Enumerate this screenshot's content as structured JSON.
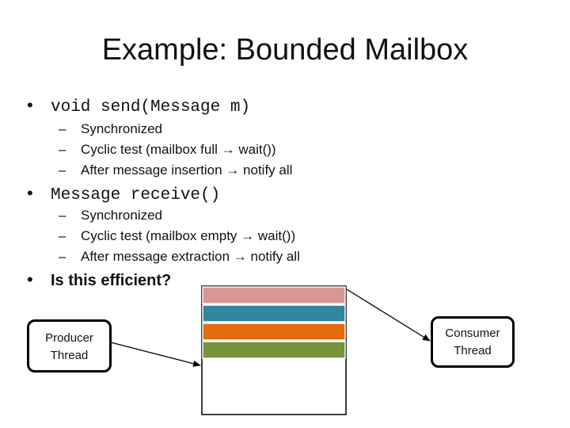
{
  "title": "Example: Bounded Mailbox",
  "bullets": [
    {
      "text": "void send(Message m)",
      "subitems": [
        {
          "dash": "–",
          "text": "Synchronized"
        },
        {
          "dash": "–",
          "text_before": "Cyclic test (mailbox full ",
          "arrow": "→",
          "text_after": " wait())"
        },
        {
          "dash": "–",
          "text_before": "After message insertion ",
          "arrow": "→",
          "text_after": " notify all"
        }
      ]
    },
    {
      "text": "Message receive()",
      "subitems": [
        {
          "dash": "–",
          "text": "Synchronized"
        },
        {
          "dash": "–",
          "text_before": "Cyclic test (mailbox empty ",
          "arrow": "→",
          "text_after": " wait())"
        },
        {
          "dash": "–",
          "text_before": "After message extraction ",
          "arrow": "→",
          "text_after": " notify all"
        }
      ]
    },
    {
      "text": "Is this efficient?"
    }
  ],
  "bullet_symbol": "•",
  "diagram": {
    "producer": {
      "line1": "Producer",
      "line2": "Thread"
    },
    "consumer": {
      "line1": "Consumer",
      "line2": "Thread"
    },
    "mailbox_slot_colors": [
      "#d99694",
      "#31859c",
      "#e46c0a",
      "#77933c"
    ]
  }
}
